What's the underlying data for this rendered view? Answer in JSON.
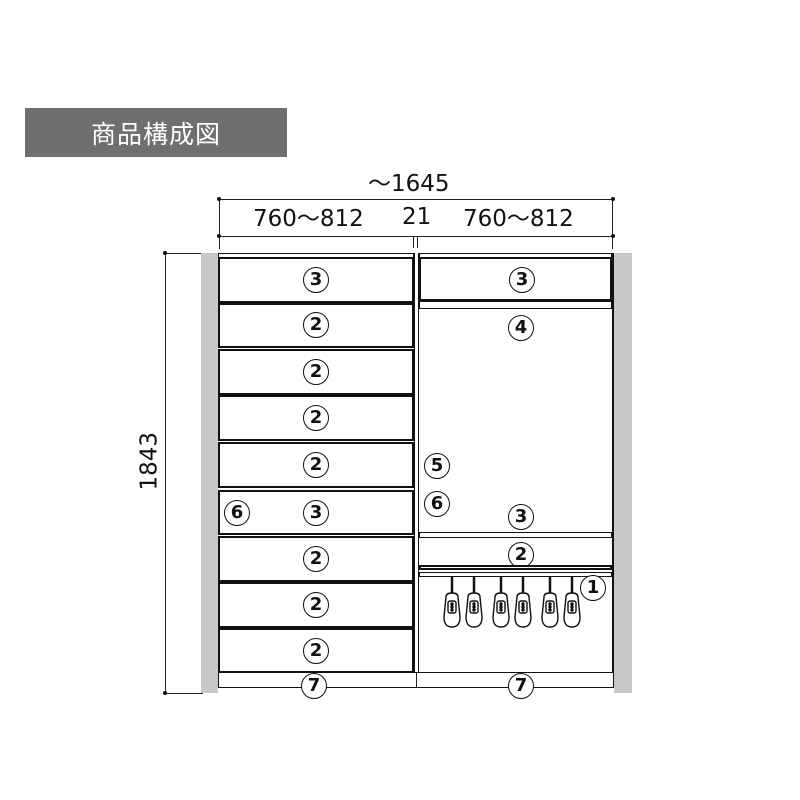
{
  "title": "商品構成図",
  "dimensions": {
    "total_width": "〜1645",
    "left_width": "760〜812",
    "gap": "21",
    "right_width": "760〜812",
    "height": "1843"
  },
  "left_unit": {
    "drawers": [
      {
        "label": "3"
      },
      {
        "label": "2"
      },
      {
        "label": "2"
      },
      {
        "label": "2"
      },
      {
        "label": "2"
      },
      {
        "label": "3"
      },
      {
        "label": "2"
      },
      {
        "label": "2"
      },
      {
        "label": "2"
      }
    ],
    "side_label": "6",
    "base_label": "7"
  },
  "right_unit": {
    "top_drawer_label": "3",
    "hanging_area_label": "4",
    "middle_shelf_label": "3",
    "drawer_label": "2",
    "hanger_rail_label": "1",
    "base_label": "7",
    "hanger_count": 6
  },
  "center": {
    "upper_label": "5",
    "lower_label": "6"
  },
  "colors": {
    "title_bg": "#6f6f6f",
    "wall": "#c8c8c8",
    "line": "#111111"
  }
}
